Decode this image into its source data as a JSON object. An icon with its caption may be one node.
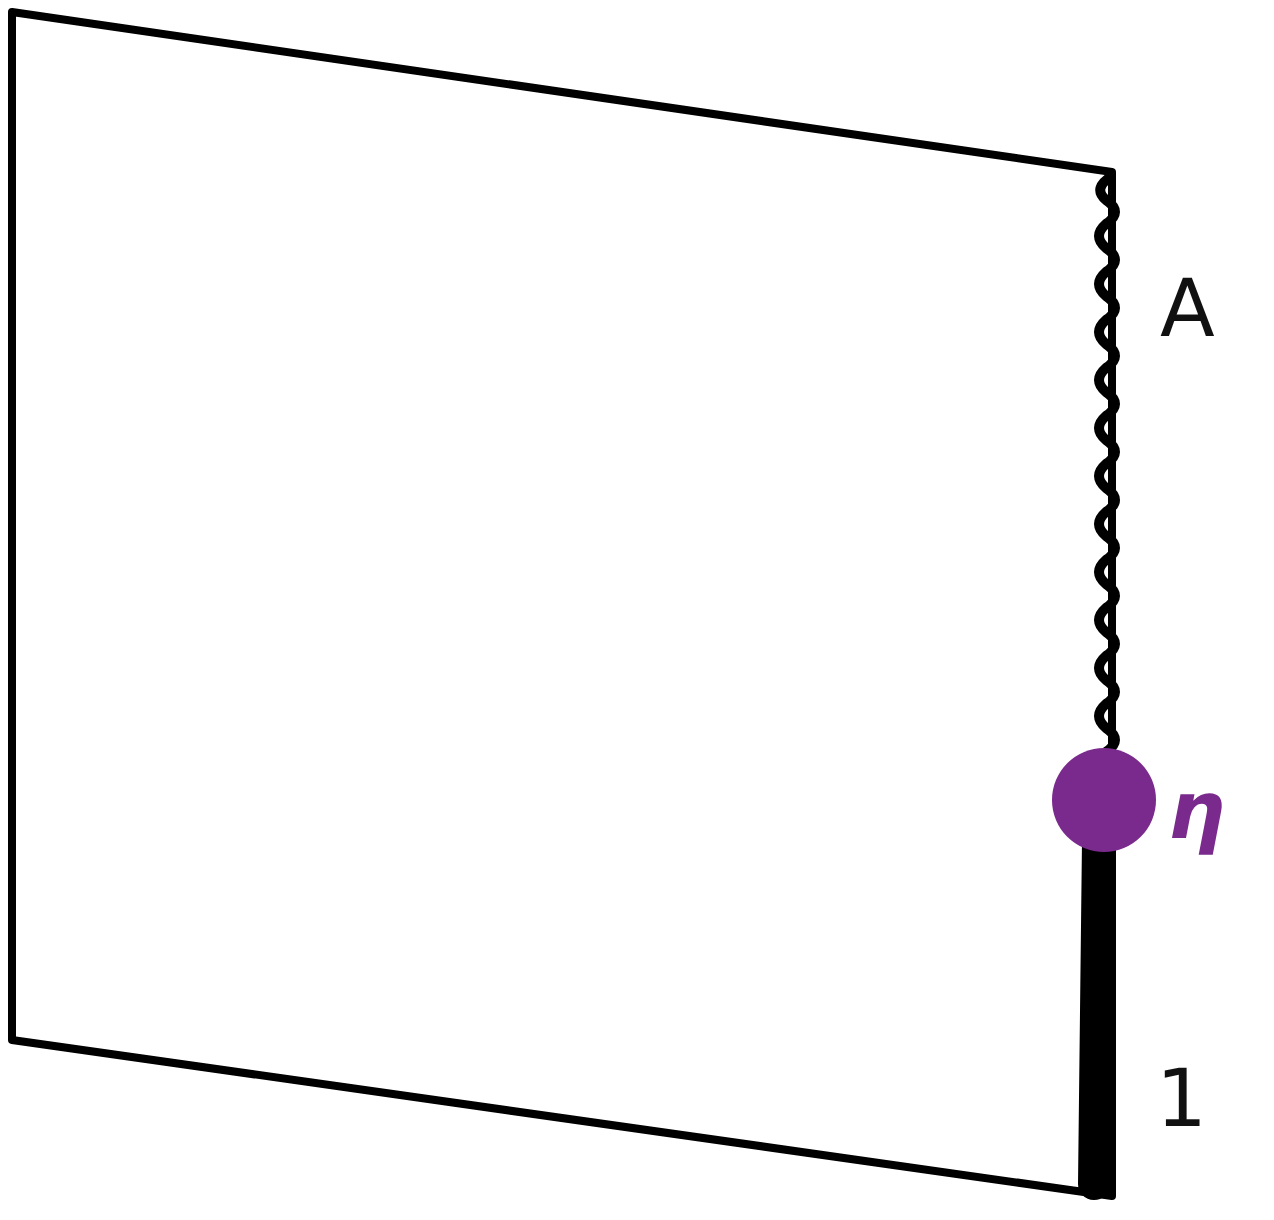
{
  "diagram": {
    "labels": [
      "A",
      "η",
      "1"
    ]
  }
}
